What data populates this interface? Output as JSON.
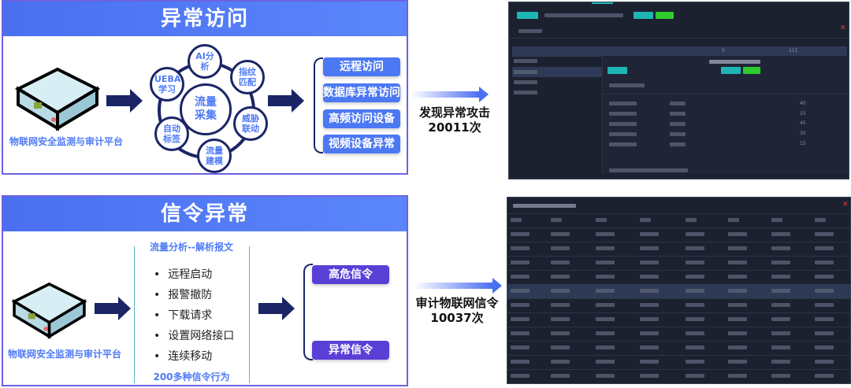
{
  "top": {
    "title": "异常访问",
    "device_label": "物联网安全监测与审计平台",
    "center": "流量采集",
    "ring": [
      "AI分析",
      "指纹匹配",
      "威胁联动",
      "流量建模",
      "自动标签",
      "UEBA学习"
    ],
    "outputs": [
      "远程访问",
      "数据库异常访问",
      "高频访问设备",
      "视频设备异常"
    ],
    "stat_label": "发现异常攻击",
    "stat_value": "20011次",
    "screenshot": {
      "detail_values": [
        "5",
        "111"
      ],
      "counts": [
        "40",
        "15",
        "45",
        "30",
        "15"
      ]
    }
  },
  "bottom": {
    "title": "信令异常",
    "device_label": "物联网安全监测与审计平台",
    "analysis_header": "流量分析--解析报文",
    "behaviors": [
      "远程启动",
      "报警撤防",
      "下载请求",
      "设置网络接口",
      "连续移动"
    ],
    "analysis_footer": "200多种信令行为",
    "outputs": [
      "高危信令",
      "异常信令"
    ],
    "stat_label": "审计物联网信令",
    "stat_value": "10037次"
  },
  "colors": {
    "title_bar": "#4f7cf7",
    "label": "#4e7bf5",
    "arrow": "#1b2566",
    "signal_button": "#5a3fd6",
    "screen_bg": "#1c2130",
    "close": "#e53935",
    "accent_teal": "#1fb5b5",
    "accent_green": "#2ecc2e"
  }
}
